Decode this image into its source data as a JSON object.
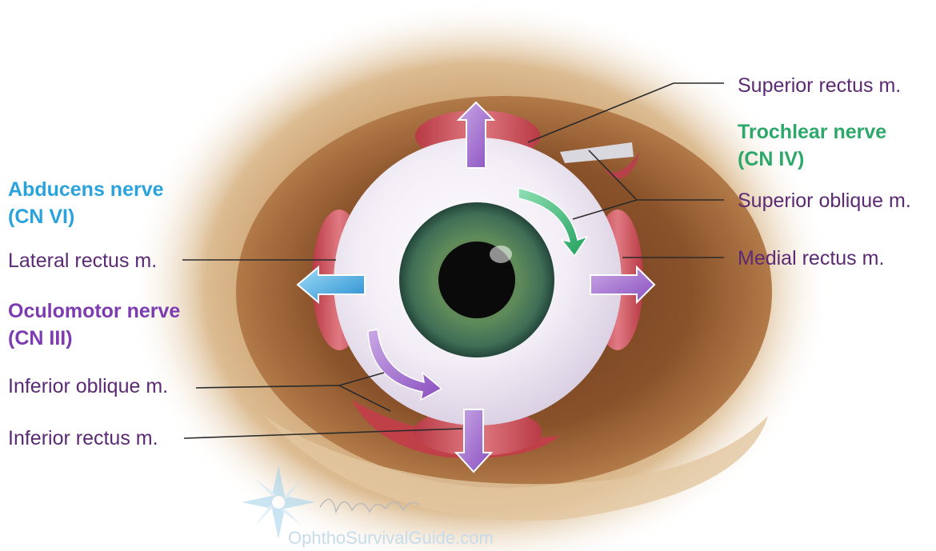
{
  "labels": {
    "superior_rectus": "Superior rectus m.",
    "trochlear_nerve_line1": "Trochlear nerve",
    "trochlear_nerve_line2": "(CN IV)",
    "superior_oblique": "Superior oblique m.",
    "medial_rectus": "Medial rectus m.",
    "abducens_nerve_line1": "Abducens nerve",
    "abducens_nerve_line2": "(CN VI)",
    "lateral_rectus": "Lateral rectus m.",
    "oculomotor_nerve_line1": "Oculomotor nerve",
    "oculomotor_nerve_line2": "(CN III)",
    "inferior_oblique": "Inferior oblique m.",
    "inferior_rectus": "Inferior rectus m."
  },
  "watermark": {
    "site": "OphthoSurvivalGuide.com",
    "signature": "Isabel Wright"
  },
  "colors": {
    "muscle_label": "#5b2a73",
    "trochlear": "#2ea86a",
    "abducens": "#2aa3dc",
    "oculomotor": "#7c3bb0"
  }
}
